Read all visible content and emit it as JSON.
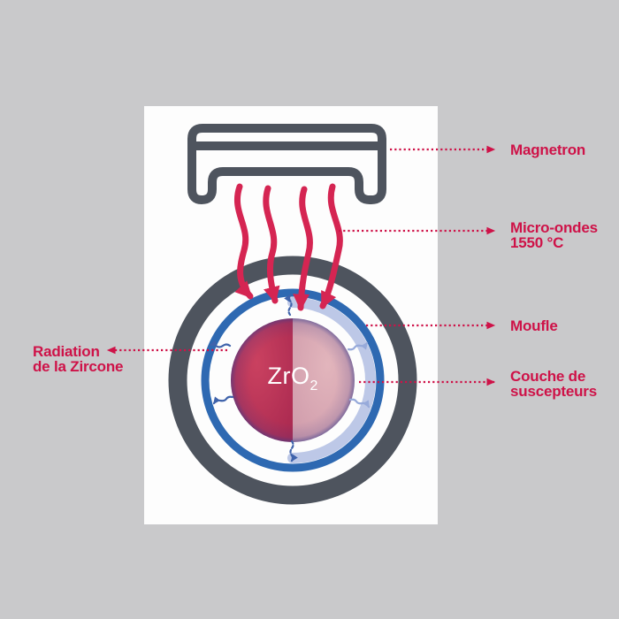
{
  "colors": {
    "background": "#c9c9cb",
    "panel": "#fdfdfd",
    "metal_gray": "#4e545e",
    "accent_red": "#ce1248",
    "wave_red": "#d52552",
    "susceptor_blue": "#2e69b2",
    "susceptor_light_blue": "#b9c5e6",
    "radiation_arrow_blue": "#3f63ab",
    "radiation_arrow_light": "#97aada",
    "zirconia_hot": "#b12d52",
    "zirconia_cool": "#d7a5b0"
  },
  "diagram": {
    "formula": {
      "base": "ZrO",
      "subscript": "2"
    },
    "icons": [
      "magnetron-icon",
      "microwave-waves-icon",
      "moufle-ring",
      "susceptor-ring",
      "susceptor-layer",
      "zirconia-sphere",
      "radiation-arrow-icon"
    ]
  },
  "annotations": {
    "magnetron": {
      "text": "Magnetron"
    },
    "micro_ondes": {
      "line1": "Micro-ondes",
      "line2": "1550 °C"
    },
    "moufle": {
      "text": "Moufle"
    },
    "couche": {
      "line1": "Couche de",
      "line2": "suscepteurs"
    },
    "radiation": {
      "line1": "Radiation",
      "line2": "de la Zircone"
    }
  }
}
